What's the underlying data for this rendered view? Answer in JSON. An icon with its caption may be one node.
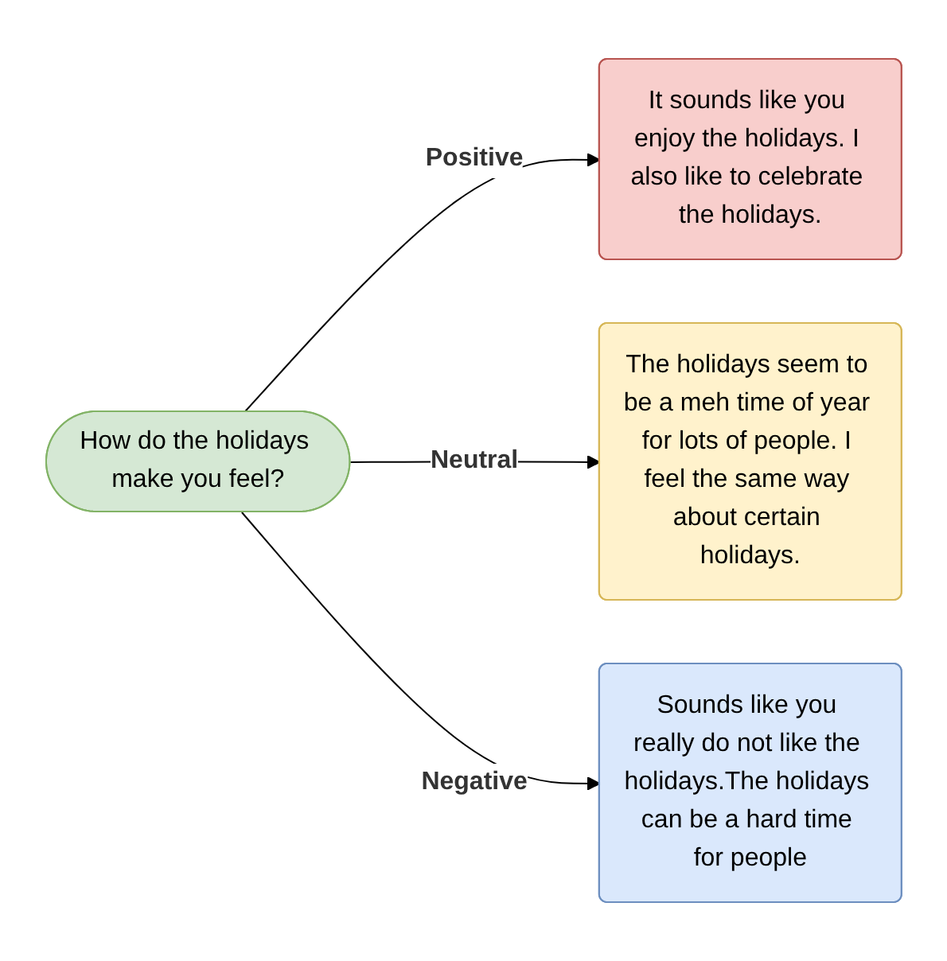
{
  "diagram": {
    "nodes": [
      {
        "text": [
          "How do the holidays make you feel?"
        ]
      },
      {
        "text": [
          "It sounds like you enjoy the holidays. I also like to celebrate the holidays."
        ]
      },
      {
        "text": [
          "The holidays seem to be a meh time of year for lots of people. I feel the same way about certain holidays."
        ]
      },
      {
        "text": [
          "Sounds like you really do not like the holidays.The holidays can be a hard time for people"
        ]
      }
    ],
    "edges": [
      {
        "from": 0,
        "to": 1,
        "label": "Positive",
        "arrow": "to"
      },
      {
        "from": 0,
        "to": 2,
        "label": "Neutral",
        "arrow": "to"
      },
      {
        "from": 0,
        "to": 3,
        "label": "Negative",
        "arrow": "to"
      }
    ]
  }
}
